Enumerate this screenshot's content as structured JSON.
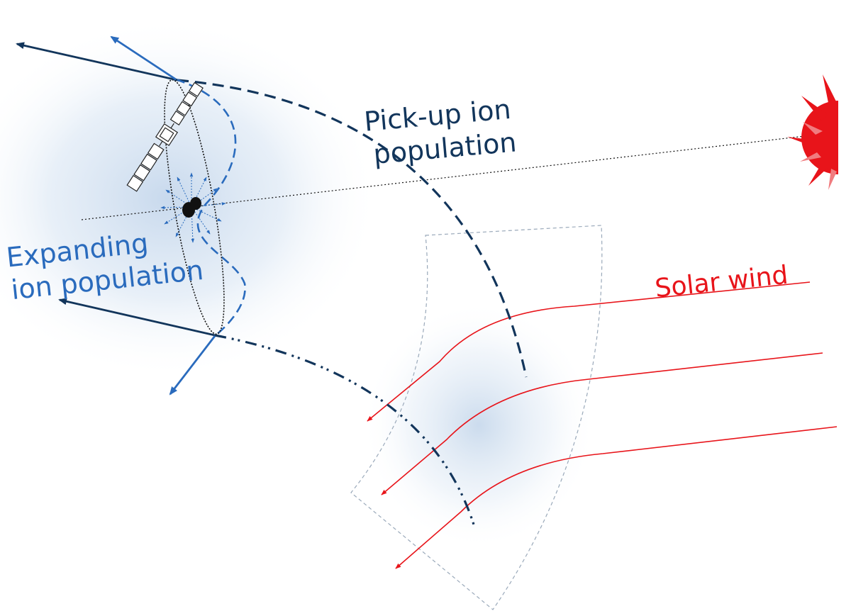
{
  "labels": {
    "pickup_line1": "Pick-up ion",
    "pickup_line2": "population",
    "expanding_line1": "Expanding",
    "expanding_line2": "ion population",
    "solar_wind": "Solar wind"
  },
  "colors": {
    "dark_blue": "#12355b",
    "mid_blue": "#2a6bbd",
    "red": "#e8141a",
    "glow": "#c7d8ec",
    "outline": "#9aa9ba",
    "black": "#111111"
  },
  "icons": [
    "sun-icon",
    "spacecraft-icon",
    "comet-nucleus-icon"
  ]
}
